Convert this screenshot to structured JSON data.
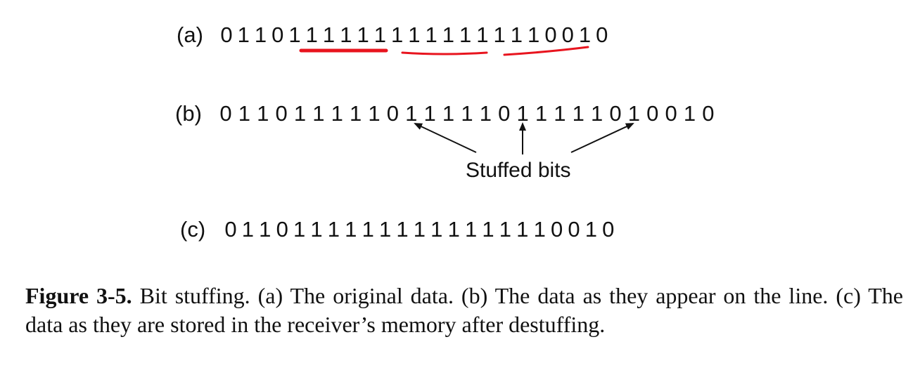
{
  "figure": {
    "rows": [
      {
        "label": "(a)",
        "bits": "01101111111111111110010"
      },
      {
        "label": "(b)",
        "bits": "011011111011111011111010010"
      },
      {
        "label": "(c)",
        "bits": "01101111111111111110010"
      }
    ],
    "underline_color": "#e8141e",
    "stuffed_label": "Stuffed bits"
  },
  "caption": {
    "figure_number": "Figure 3-5.",
    "text": " Bit stuffing. (a) The original data. (b) The data as they appear on the line. (c) The data as they are stored in the receiver’s memory after destuffing."
  }
}
